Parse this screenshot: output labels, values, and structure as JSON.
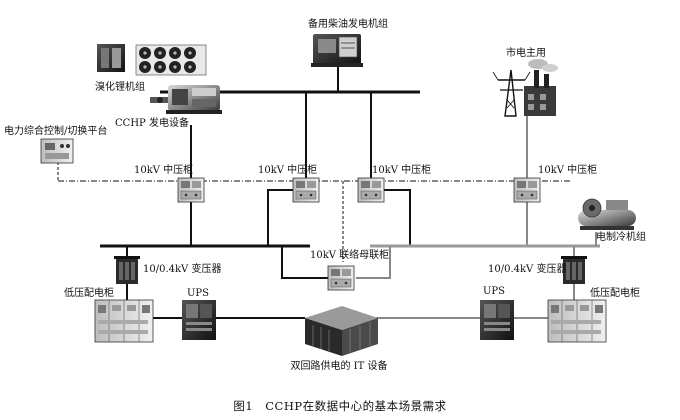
{
  "labels": {
    "generator": "备用柴油发电机组",
    "utility": "市电主用",
    "libr_chiller": "溴化锂机组",
    "cchp": "CCHP 发电设备",
    "control_platform": "电力综合控制/切换平台",
    "mv_cabinet_1": "10kV 中压柜",
    "mv_cabinet_2": "10kV 中压柜",
    "mv_cabinet_3": "10kV 中压柜",
    "mv_cabinet_4": "10kV 中压柜",
    "bus_tie": "10kV 联络母联柜",
    "electric_chiller": "电制冷机组",
    "transformer_left": "10/0.4kV 变压器",
    "transformer_right": "10/0.4kV 变压器",
    "lv_left": "低压配电柜",
    "lv_right": "低压配电柜",
    "ups_left": "UPS",
    "ups_right": "UPS",
    "it_equipment": "双回路供电的 IT 设备"
  },
  "caption": "图1　CCHP在数据中心的基本场景需求"
}
